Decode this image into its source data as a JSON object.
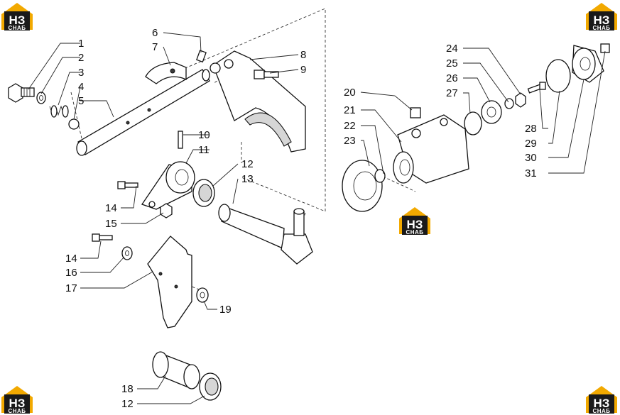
{
  "logo": {
    "mark": "НЗ",
    "sub": "СНАБ"
  },
  "callouts": [
    "1",
    "2",
    "3",
    "4",
    "5",
    "6",
    "7",
    "8",
    "9",
    "10",
    "11",
    "12",
    "13",
    "14",
    "15",
    "14",
    "16",
    "17",
    "19",
    "18",
    "12",
    "20",
    "21",
    "22",
    "23",
    "24",
    "25",
    "26",
    "27",
    "28",
    "29",
    "30",
    "31"
  ]
}
